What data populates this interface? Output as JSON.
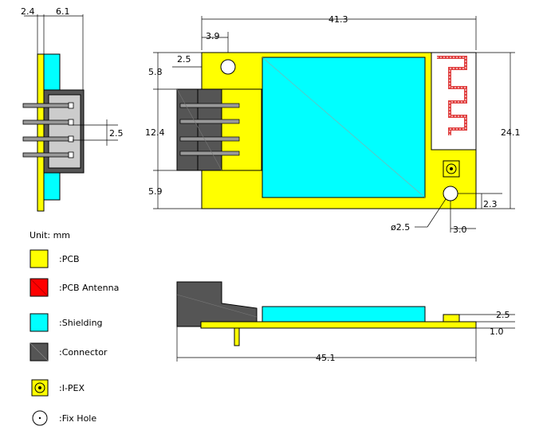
{
  "colors": {
    "pcb": "#FFFF00",
    "antenna": "#FF0000",
    "shielding": "#00FFFF",
    "connector": "#555555",
    "outline": "#000000",
    "background": "#FFFFFF"
  },
  "side_view": {
    "dim_left": "2.4",
    "dim_right": "6.1",
    "dim_pitch": "2.5"
  },
  "top_view": {
    "dim_width": "41.3",
    "dim_hole_x": "3.9",
    "dim_hole_y": "2.5",
    "dim_top_edge": "5.8",
    "dim_connector": "12.4",
    "dim_bottom_edge": "5.9",
    "dim_height": "24.1",
    "dim_hole_dia": "ø2.5",
    "dim_hole_br_x": "3.0",
    "dim_hole_br_y": "2.3"
  },
  "front_view": {
    "dim_length": "45.1",
    "dim_ipex_h": "2.5",
    "dim_pcb_t": "1.0"
  },
  "legend": {
    "unit": "Unit: mm",
    "items": [
      {
        "label": ":PCB",
        "icon": "pcb-swatch"
      },
      {
        "label": ":PCB Antenna",
        "icon": "antenna-swatch"
      },
      {
        "label": ":Shielding",
        "icon": "shielding-swatch"
      },
      {
        "label": ":Connector",
        "icon": "connector-swatch"
      },
      {
        "label": ":I-PEX",
        "icon": "ipex-icon"
      },
      {
        "label": ":Fix Hole",
        "icon": "fix-hole-icon"
      }
    ]
  }
}
